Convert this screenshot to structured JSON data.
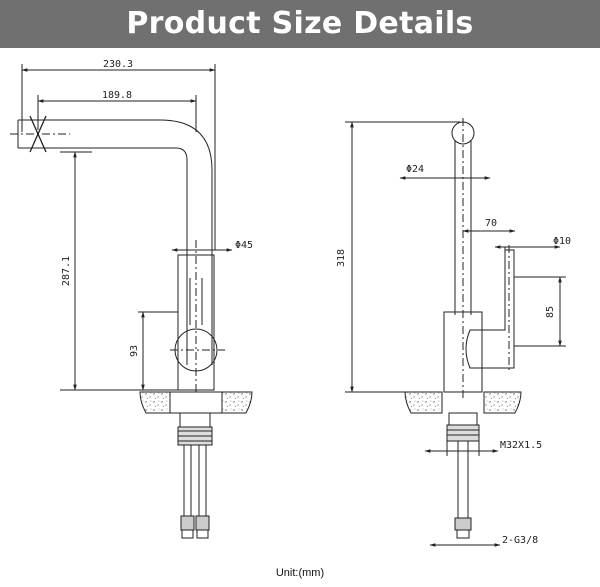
{
  "header": {
    "title": "Product Size Details"
  },
  "colors": {
    "banner_bg": "#707070",
    "banner_text": "#ffffff",
    "line": "#222222"
  },
  "front_view": {
    "dims": {
      "spout_reach": "230.3",
      "spout_inner": "189.8",
      "height": "287.1",
      "body_diameter": "Φ45",
      "lever_height": "93"
    }
  },
  "side_view": {
    "dims": {
      "height": "318",
      "spout_diameter": "Φ24",
      "handle_offset": "70",
      "handle_diameter": "Φ10",
      "handle_height": "85",
      "thread": "M32X1.5",
      "hose_thread": "2-G3/8"
    }
  },
  "footer": {
    "unit": "Unit:(mm)"
  }
}
